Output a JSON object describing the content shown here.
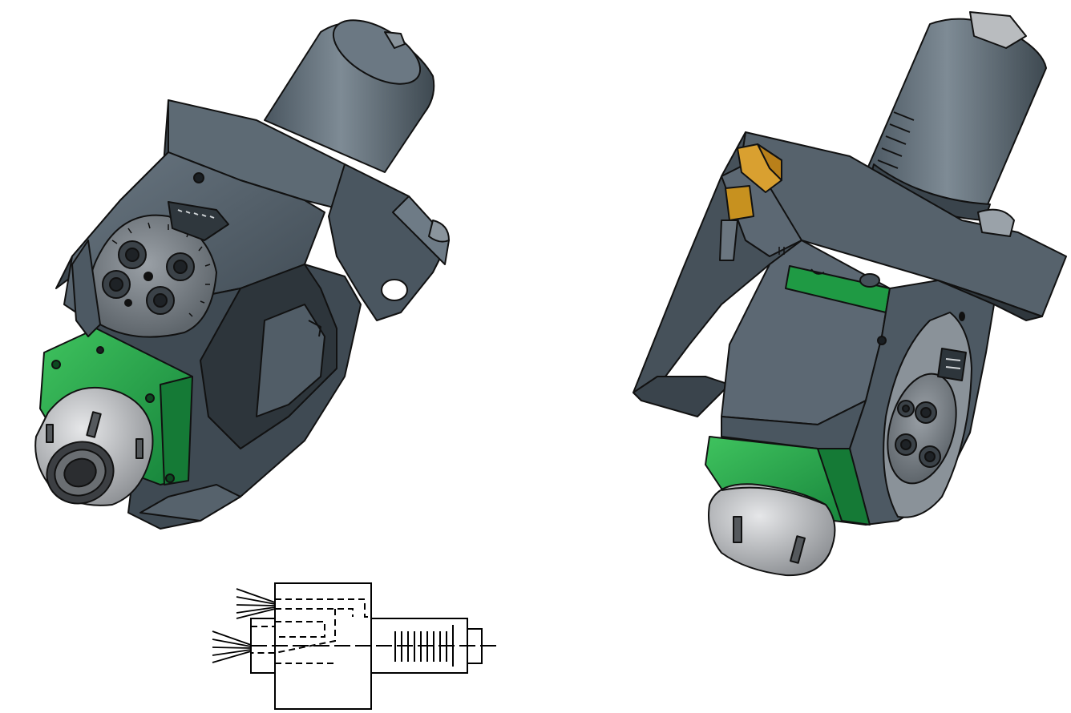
{
  "colors": {
    "housing": "#4d5963",
    "housing_light": "#66737d",
    "housing_dark": "#353e45",
    "shaft": "#5b6873",
    "shaft_light": "#7d8a94",
    "flange_green": "#1e9e3f",
    "flange_green_light": "#3ec25c",
    "collet_silver": "#a8aaad",
    "collet_light": "#dcdde0",
    "dial_gray": "#7e858b",
    "brass": "#c7911f",
    "outline": "#111111",
    "schematic_line": "#000000"
  },
  "views": [
    {
      "name": "angled-tool-holder-front-view",
      "icon": "3d-model"
    },
    {
      "name": "angled-tool-holder-rear-view",
      "icon": "3d-model"
    },
    {
      "name": "tool-holder-schematic-symbol",
      "icon": "line-diagram"
    }
  ]
}
